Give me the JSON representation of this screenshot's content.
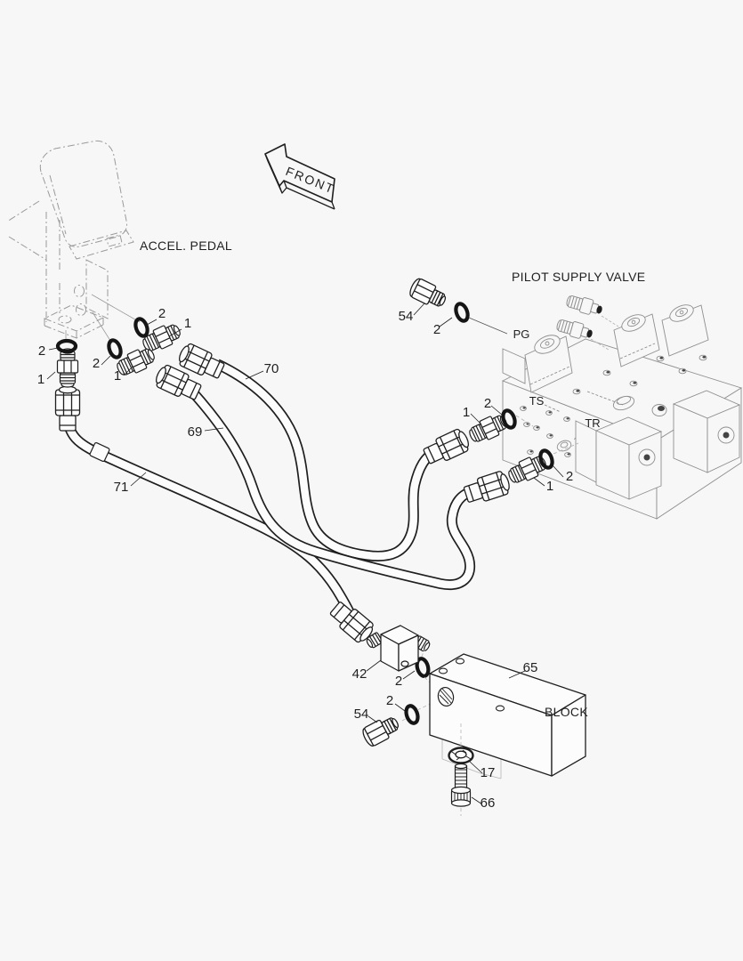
{
  "page": {
    "background": "#f7f7f7",
    "ink": "#1f1f1f",
    "reference_ink": "#8f8f8f",
    "phantom_ink": "#9a9a9a"
  },
  "arrow": {
    "label": "FRONT"
  },
  "labels": {
    "accel_pedal": "ACCEL. PEDAL",
    "pilot_supply_valve": "PILOT SUPPLY VALVE",
    "block": "BLOCK"
  },
  "ports": {
    "pg": "PG",
    "ts": "TS",
    "tr": "TR"
  },
  "callouts": {
    "oring_pedal_upper": "2",
    "adapter_pedal_upper": "1",
    "oring_pedal_lower": "2",
    "adapter_pedal_lower": "1",
    "oring_pedal_left": "2",
    "adapter_pedal_left": "1",
    "hose_upper": "70",
    "hose_middle": "69",
    "hose_lower": "71",
    "plug_top": "54",
    "oring_plug_top": "2",
    "adapter_valve_upper": "1",
    "oring_valve_upper": "2",
    "oring_valve_lower": "2",
    "adapter_valve_lower": "1",
    "tee": "42",
    "oring_tee": "2",
    "oring_plug_bottom": "2",
    "plug_bottom": "54",
    "block_item": "65",
    "washer": "17",
    "bolt": "66"
  }
}
